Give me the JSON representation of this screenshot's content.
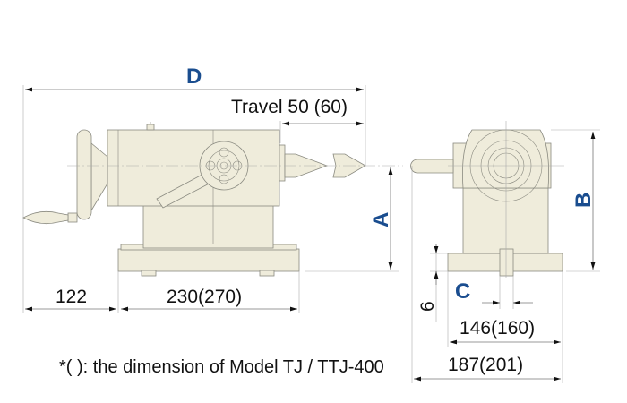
{
  "labels": {
    "D": "D",
    "A": "A",
    "B": "B",
    "C": "C"
  },
  "dimensions": {
    "travel": "Travel 50 (60)",
    "handwheel_overhang": "122",
    "base_length": "230(270)",
    "base_thickness": "6",
    "bolt_span": "146(160)",
    "overall_width": "187(201)"
  },
  "footnote": "*(  ): the dimension of Model TJ / TTJ-400",
  "colors": {
    "body": "#efecdb",
    "label": "#1a4d8f"
  }
}
